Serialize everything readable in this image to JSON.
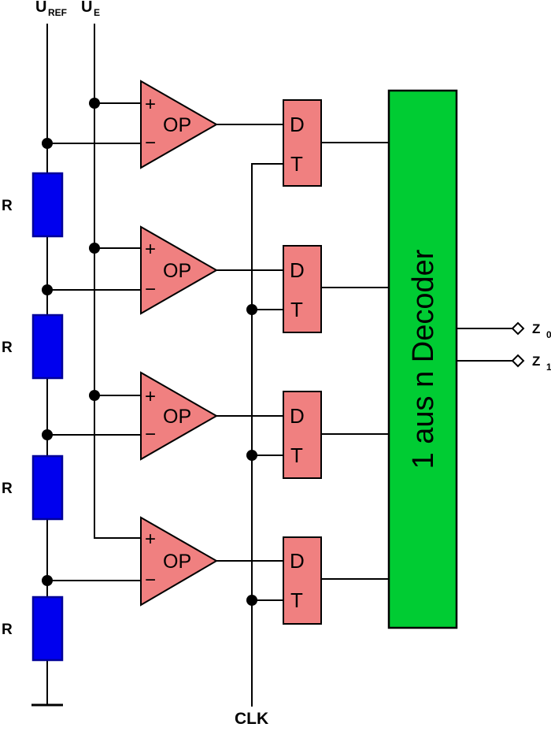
{
  "diagram": {
    "type": "flash-adc-schematic",
    "labels": {
      "u": "U",
      "uref_sub": "REF",
      "ue_sub": "E",
      "r": "R",
      "op": "OP",
      "plus": "+",
      "minus": "−",
      "d": "D",
      "t": "T",
      "decoder": "1 aus n Decoder",
      "clk": "CLK",
      "z": "Z",
      "z0_sub": "0",
      "z1_sub": "1"
    },
    "colors": {
      "resistor_fill": "#0000EE",
      "resistor_border": "#000099",
      "block_fill": "#F08080",
      "decoder_fill": "#00CC33",
      "wire": "#000000"
    }
  }
}
